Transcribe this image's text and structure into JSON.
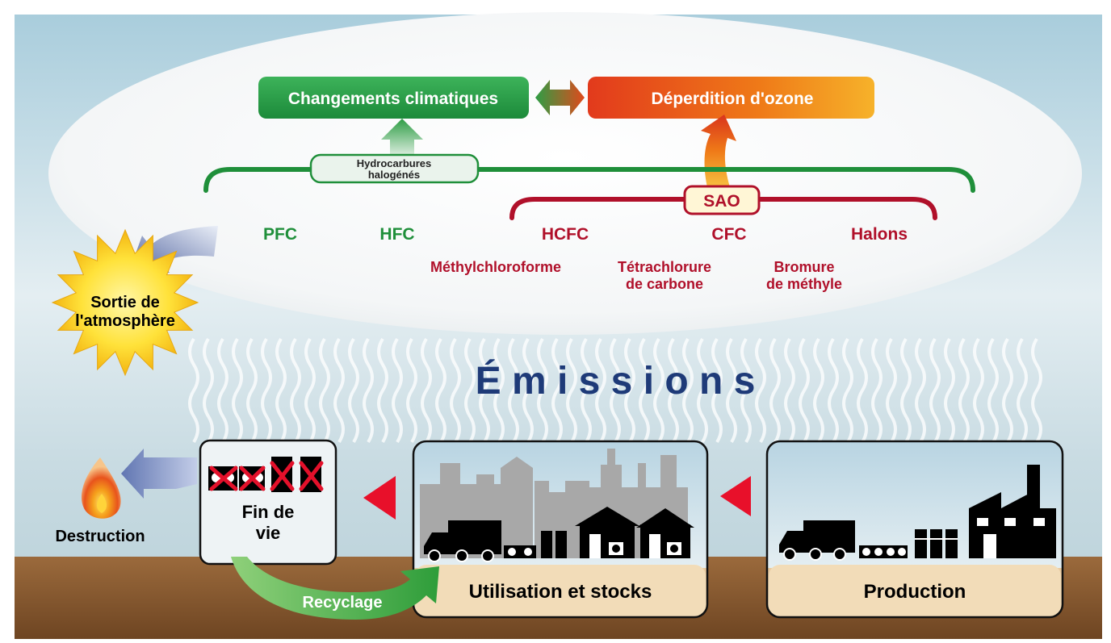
{
  "top": {
    "climate_label": "Changements climatiques",
    "ozone_label": "Déperdition d'ozone",
    "halogenated_line1": "Hydrocarbures",
    "halogenated_line2": "halogénés",
    "sao_label": "SAO"
  },
  "gases": {
    "pfc": "PFC",
    "hfc": "HFC",
    "hcfc": "HCFC",
    "cfc": "CFC",
    "halons": "Halons",
    "methylchloroforme": "Méthylchloroforme",
    "tetra_line1": "Tétrachlorure",
    "tetra_line2": "de carbone",
    "bromure_line1": "Bromure",
    "bromure_line2": "de méthyle"
  },
  "sun": {
    "line1": "Sortie de",
    "line2": "l'atmosphère"
  },
  "emissions_label": "É m i s s i o n s",
  "bottom": {
    "destruction_label": "Destruction",
    "end_of_life_line1": "Fin de",
    "end_of_life_line2": "vie",
    "recycling_label": "Recyclage",
    "use_stocks_label": "Utilisation et stocks",
    "production_label": "Production"
  },
  "colors": {
    "green": "#1f8f3a",
    "red": "#b0102a",
    "navy": "#1e3a78",
    "ground": "#8a5a2f",
    "sky": "#bcd8e4"
  }
}
